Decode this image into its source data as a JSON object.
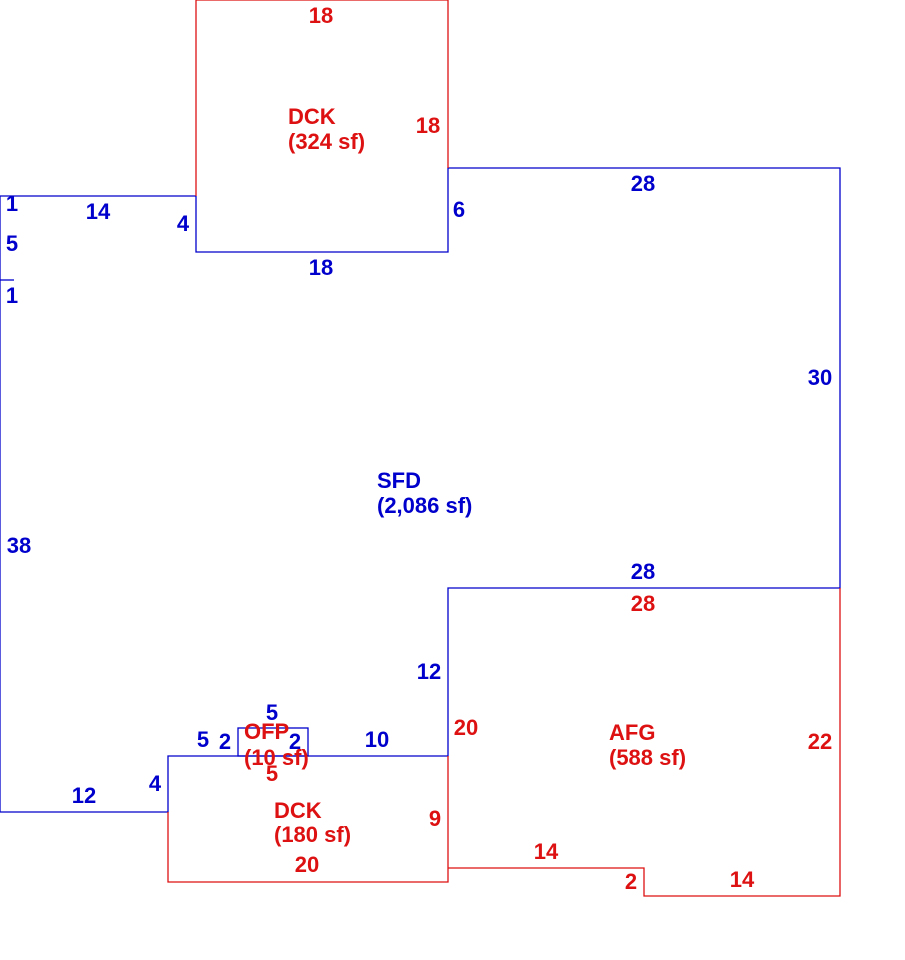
{
  "colors": {
    "main": "#0000cc",
    "addition": "#dd1111"
  },
  "areas": {
    "sfd": {
      "code": "SFD",
      "area": "(2,086 sf)"
    },
    "dck_top": {
      "code": "DCK",
      "area": "(324 sf)"
    },
    "dck_bottom": {
      "code": "DCK",
      "area": "(180 sf)"
    },
    "afg": {
      "code": "AFG",
      "area": "(588 sf)"
    },
    "ofp": {
      "code": "OFP",
      "area": "(10 sf)"
    }
  },
  "dims": {
    "dck_top_top": "18",
    "dck_top_right": "18",
    "dck_top_bottom": "18",
    "dck_top_left": "4",
    "sfd_right_jog": "6",
    "sfd_top_right": "28",
    "sfd_right": "30",
    "sfd_mid": "28",
    "sfd_left_top1": "1",
    "sfd_top_left": "14",
    "sfd_left_5": "5",
    "sfd_left_1b": "1",
    "sfd_left": "38",
    "sfd_bottom_left": "12",
    "sfd_step": "4",
    "sfd_5a": "5",
    "sfd_2a": "2",
    "ofp_top": "5",
    "ofp_in": "5",
    "ofp_2b": "2",
    "sfd_10": "10",
    "sfd_12": "12",
    "afg_top": "28",
    "afg_left": "20",
    "afg_right": "22",
    "dck_b_right": "9",
    "dck_b_bottom": "20",
    "afg_bottom_14a": "14",
    "afg_2": "2",
    "afg_bottom_14b": "14"
  }
}
